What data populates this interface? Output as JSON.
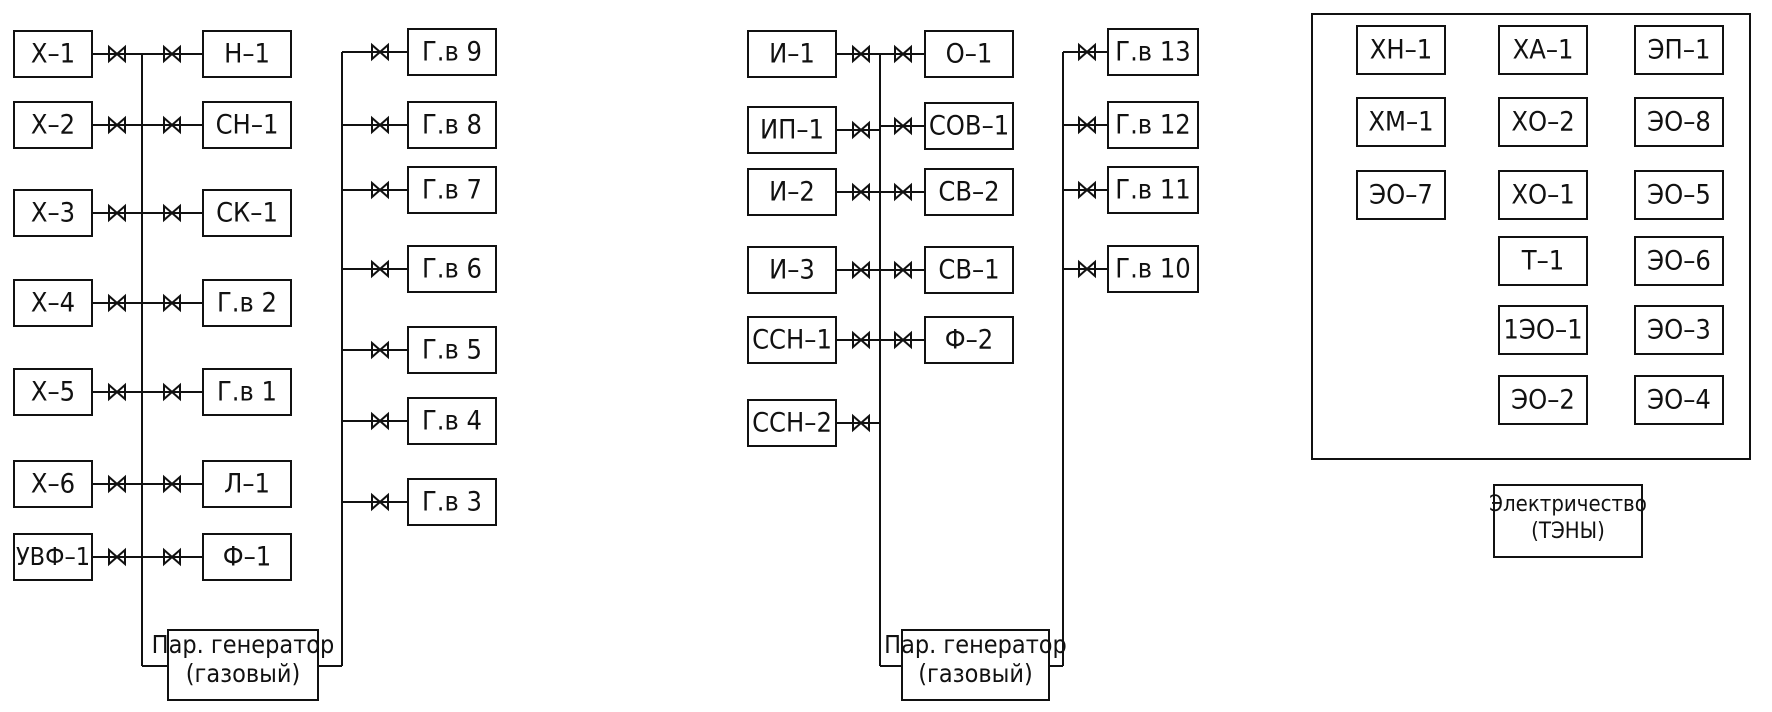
{
  "colors": {
    "line": "#111111",
    "background": "#ffffff"
  },
  "group1": {
    "left_devices": [
      "Х–1",
      "Х–2",
      "Х–3",
      "Х–4",
      "Х–5",
      "Х–6",
      "УВФ–1"
    ],
    "right_devices": [
      "Н–1",
      "СН–1",
      "СК–1",
      "Г.в 2",
      "Г.в 1",
      "Л–1",
      "Ф–1"
    ],
    "far_devices": [
      "Г.в 9",
      "Г.в 8",
      "Г.в 7",
      "Г.в 6",
      "Г.в 5",
      "Г.в 4",
      "Г.в 3"
    ],
    "generator": {
      "line1": "Пар. генератор",
      "line2": "(газовый)"
    }
  },
  "group2": {
    "left_devices": [
      "И–1",
      "ИП–1",
      "И–2",
      "И–3",
      "ССН–1",
      "ССН–2"
    ],
    "right_devices": [
      "О–1",
      "СОВ–1",
      "СВ–2",
      "СВ–1",
      "Ф–2"
    ],
    "far_devices": [
      "Г.в 13",
      "Г.в 12",
      "Г.в 11",
      "Г.в 10"
    ],
    "generator": {
      "line1": "Пар. генератор",
      "line2": "(газовый)"
    }
  },
  "electric_panel": {
    "col1": [
      "ХН–1",
      "ХМ–1",
      "ЭО–7"
    ],
    "col2": [
      "ХА–1",
      "ХО–2",
      "ХО–1",
      "Т–1",
      "1ЭО–1",
      "ЭО–2"
    ],
    "col3": [
      "ЭП–1",
      "ЭО–8",
      "ЭО–5",
      "ЭО–6",
      "ЭО–3",
      "ЭО–4"
    ],
    "label_line1": "Электричество",
    "label_line2": "(ТЭНЫ)"
  },
  "icons": {
    "valve": "gate-valve-icon"
  }
}
